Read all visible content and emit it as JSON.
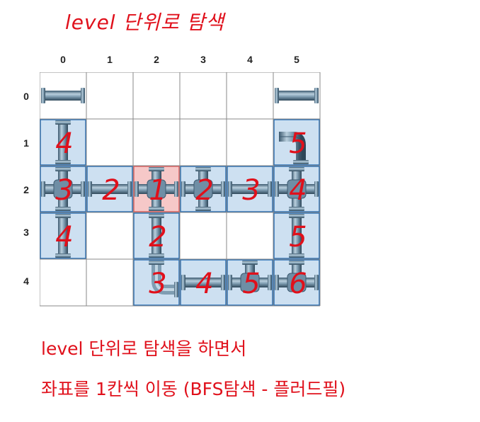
{
  "title": "level 단위로 탐색",
  "col_labels": [
    "0",
    "1",
    "2",
    "3",
    "4",
    "5"
  ],
  "row_labels": [
    "0",
    "1",
    "2",
    "3",
    "4"
  ],
  "colors": {
    "text_red": "#e0101b",
    "visited_fill": "#cde0f1",
    "visited_border": "#2f73b7",
    "start_fill": "#f6c8c8",
    "start_border": "#e06060",
    "grid_line": "#888888",
    "pipe": "#5f7f96"
  },
  "cells": [
    {
      "row": 0,
      "col": 0,
      "pipe": "h",
      "level": ""
    },
    {
      "row": 0,
      "col": 5,
      "pipe": "h",
      "level": ""
    },
    {
      "row": 1,
      "col": 0,
      "pipe": "v",
      "level": "4",
      "visited": true
    },
    {
      "row": 1,
      "col": 5,
      "pipe": "curve",
      "level": "5",
      "visited": true
    },
    {
      "row": 2,
      "col": 0,
      "pipe": "cross",
      "level": "3",
      "visited": true
    },
    {
      "row": 2,
      "col": 1,
      "pipe": "h",
      "level": "2",
      "visited": true
    },
    {
      "row": 2,
      "col": 2,
      "pipe": "cross",
      "level": "1",
      "visited": true,
      "start": true
    },
    {
      "row": 2,
      "col": 3,
      "pipe": "cross",
      "level": "2",
      "visited": true
    },
    {
      "row": 2,
      "col": 4,
      "pipe": "h",
      "level": "3",
      "visited": true
    },
    {
      "row": 2,
      "col": 5,
      "pipe": "cross",
      "level": "4",
      "visited": true
    },
    {
      "row": 3,
      "col": 0,
      "pipe": "v",
      "level": "4",
      "visited": true
    },
    {
      "row": 3,
      "col": 2,
      "pipe": "v",
      "level": "2",
      "visited": true
    },
    {
      "row": 3,
      "col": 5,
      "pipe": "v",
      "level": "5",
      "visited": true
    },
    {
      "row": 4,
      "col": 2,
      "pipe": "elbow",
      "level": "3",
      "visited": true
    },
    {
      "row": 4,
      "col": 3,
      "pipe": "h",
      "level": "4",
      "visited": true
    },
    {
      "row": 4,
      "col": 4,
      "pipe": "tee",
      "level": "5",
      "visited": true
    },
    {
      "row": 4,
      "col": 5,
      "pipe": "tee",
      "level": "6",
      "visited": true
    }
  ],
  "caption_line1": "level 단위로 탐색을 하면서",
  "caption_line2": "좌표를 1칸씩 이동 (BFS탐색 - 플러드필)"
}
